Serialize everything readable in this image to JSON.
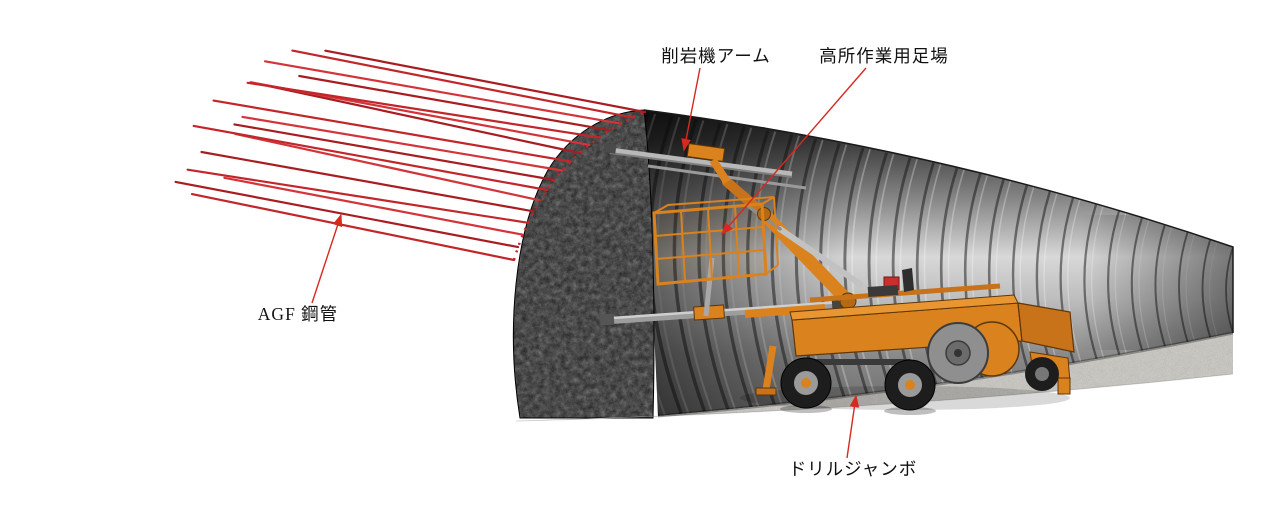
{
  "annotations": {
    "drill_arm": {
      "label": "削岩機アーム"
    },
    "scaffold": {
      "label": "高所作業用足場"
    },
    "agf_pipe": {
      "label": "AGF 鋼管"
    },
    "drill_jumbo": {
      "label": "ドリルジャンボ"
    }
  },
  "colors": {
    "pipe_red": "#c1262b",
    "annotation_red": "#d42a20",
    "machine_orange": "#d9821e",
    "tunnel_face_dark": "#141414",
    "floor_gray": "#c9c7c1"
  }
}
